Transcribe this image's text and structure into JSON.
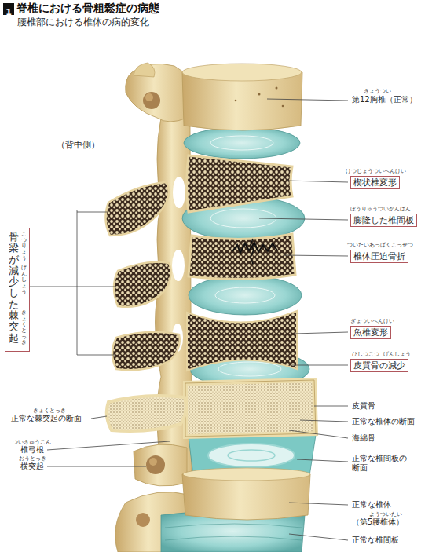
{
  "diagram": {
    "title": "脊椎における骨粗鬆症の病態",
    "nodes": [
      {
        "text": [
          "1"
        ]
      },
      {
        "text": [
          "骨梁が減少した棘突起",
          "こつりょう",
          "げんしょう",
          "きょくとっき"
        ]
      },
      {
        "text": [
          "けつじょうついへんけい",
          "楔状椎変形"
        ]
      },
      {
        "text": [
          "ぼうりゅう",
          "ついかんばん",
          "膨隆した椎間板"
        ]
      },
      {
        "text": [
          "ついたいあっぱくこっせつ",
          "椎体圧迫骨折"
        ]
      },
      {
        "text": [
          "ぎょついへんけい",
          "魚椎変形"
        ]
      },
      {
        "text": [
          "ひしつこつ",
          "げんしょう",
          "皮質骨の減少"
        ]
      }
    ],
    "labels": [
      "腰椎部における椎体の病的変化",
      "（背中側）",
      "きょうつい",
      "第12胸椎（正常）",
      "きょくとっき",
      "正常な棘突起の断面",
      "ついきゅうこん",
      "椎弓根",
      "おうとっき",
      "横突起",
      "皮質骨",
      "正常な椎体の断面",
      "海綿骨",
      "正常な椎間板の断面",
      "ようついたい",
      "正常な椎体",
      "（第5腰椎体）",
      "正常な椎間板"
    ]
  }
}
